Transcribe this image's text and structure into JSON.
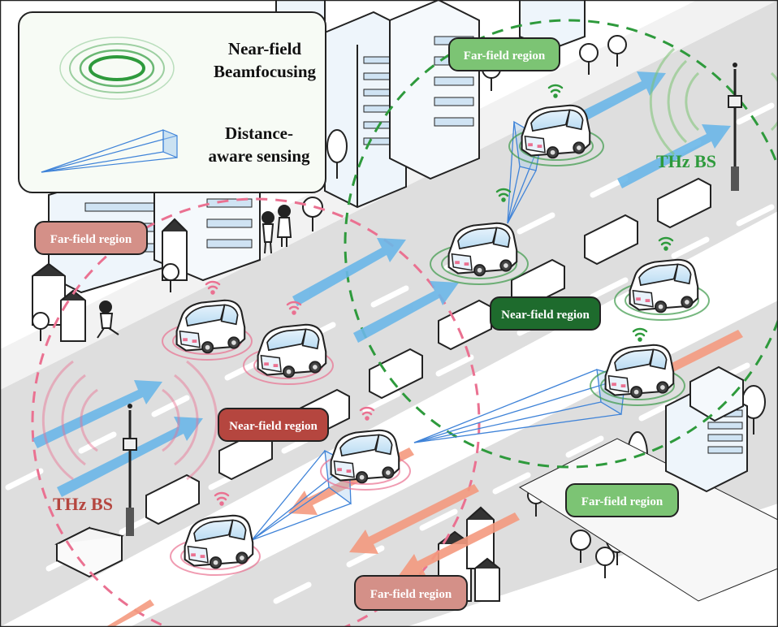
{
  "legend": {
    "beamfocusing_label_line1": "Near-field",
    "beamfocusing_label_line2": "Beamfocusing",
    "sensing_label_line1": "Distance-",
    "sensing_label_line2": "aware sensing"
  },
  "regions": {
    "far_field_top": "Far-field region",
    "far_field_left": "Far-field region",
    "near_field_right": "Near-field region",
    "near_field_left": "Near-field region",
    "far_field_lower_right": "Far-field region",
    "far_field_bottom": "Far-field region"
  },
  "base_stations": {
    "right_label": "THz BS",
    "left_label": "THz BS"
  },
  "colors": {
    "green_near": "#1e6b2d",
    "green_far": "#7cc474",
    "red_near": "#b5463f",
    "red_far": "#d49088",
    "green_dashed": "#2e9a3c",
    "pink_dashed": "#ea7191",
    "blue_arrow": "#6bb7e8",
    "salmon_arrow": "#f49a7f",
    "road": "#d9d9d9",
    "car_glass": "#cfe6f6",
    "sensing_blue": "#3f83d8"
  }
}
